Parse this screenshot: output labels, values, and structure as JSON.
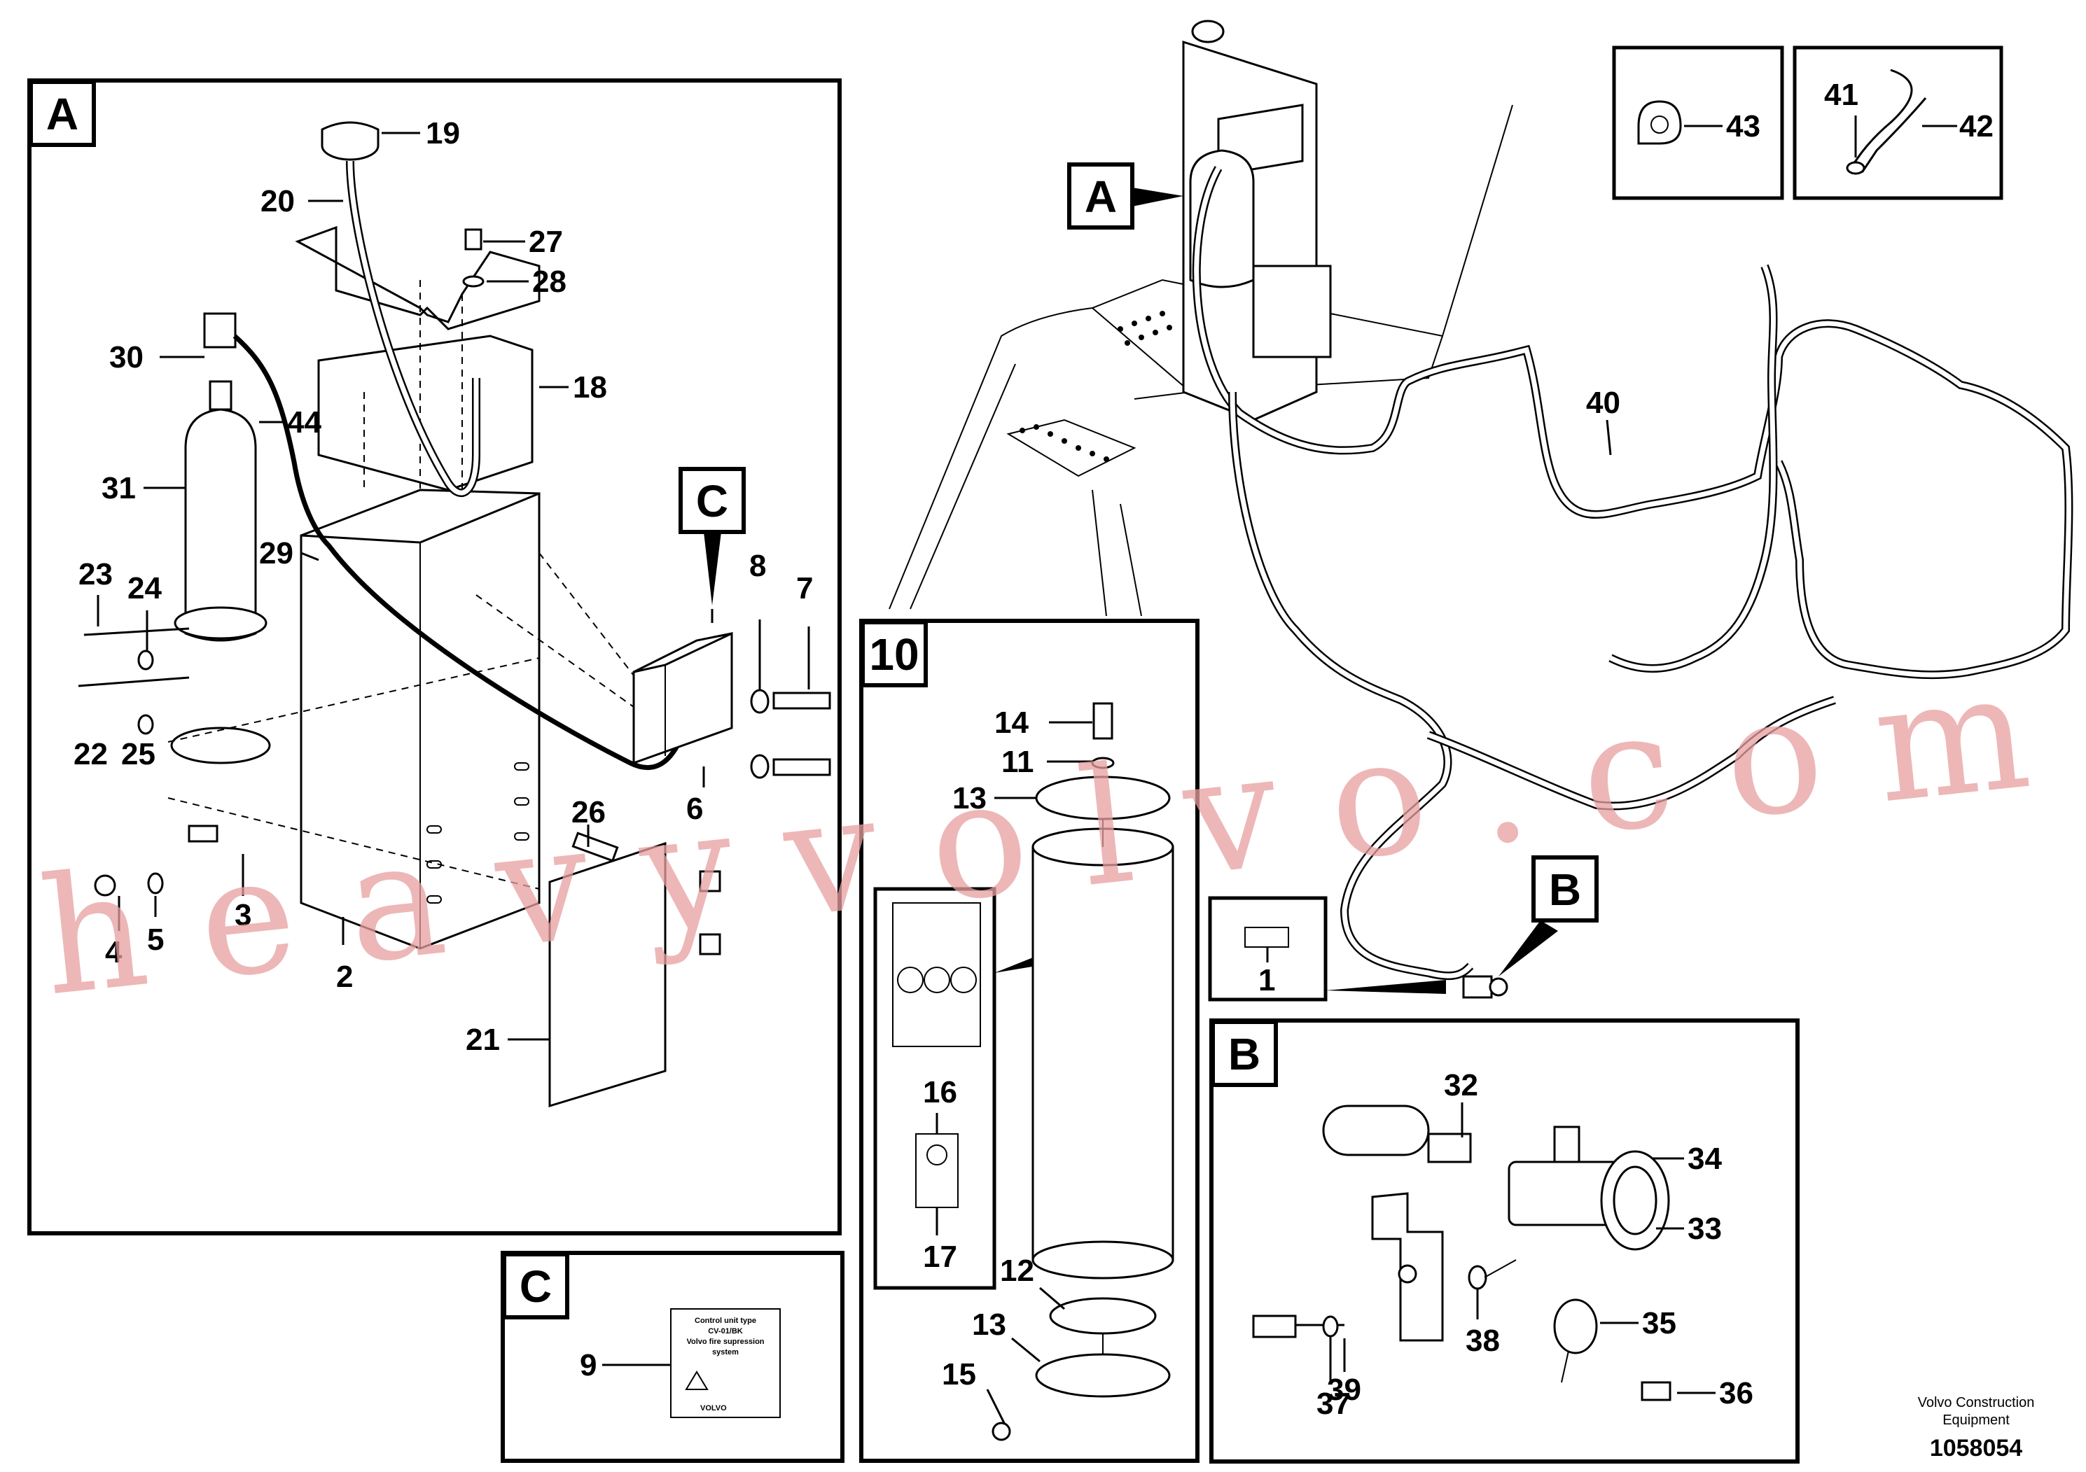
{
  "boxes": {
    "a_label": "A",
    "b_label": "B",
    "c_label": "C",
    "ten_label": "10"
  },
  "callouts": {
    "top_a": "A",
    "top_b": "B",
    "top_c": "C"
  },
  "parts": {
    "p1": "1",
    "p2": "2",
    "p3": "3",
    "p4": "4",
    "p5": "5",
    "p6": "6",
    "p7": "7",
    "p8": "8",
    "p9": "9",
    "p11": "11",
    "p12": "12",
    "p13a": "13",
    "p13b": "13",
    "p14": "14",
    "p15": "15",
    "p16": "16",
    "p17": "17",
    "p18": "18",
    "p19": "19",
    "p20": "20",
    "p21": "21",
    "p22": "22",
    "p23": "23",
    "p24": "24",
    "p25": "25",
    "p26": "26",
    "p27": "27",
    "p28": "28",
    "p29": "29",
    "p30": "30",
    "p31": "31",
    "p32": "32",
    "p33": "33",
    "p34": "34",
    "p35": "35",
    "p36": "36",
    "p37": "37",
    "p38": "38",
    "p39": "39",
    "p40": "40",
    "p41": "41",
    "p42": "42",
    "p43": "43",
    "p44": "44"
  },
  "decal": {
    "line1": "Control unit type",
    "line2": "CV-01/BK",
    "line3": "Volvo fire supression",
    "line4": "system",
    "brand": "VOLVO"
  },
  "footer": {
    "company_line1": "Volvo Construction",
    "company_line2": "Equipment",
    "doc_number": "1058054"
  },
  "watermark": "heavyvolvo.com"
}
